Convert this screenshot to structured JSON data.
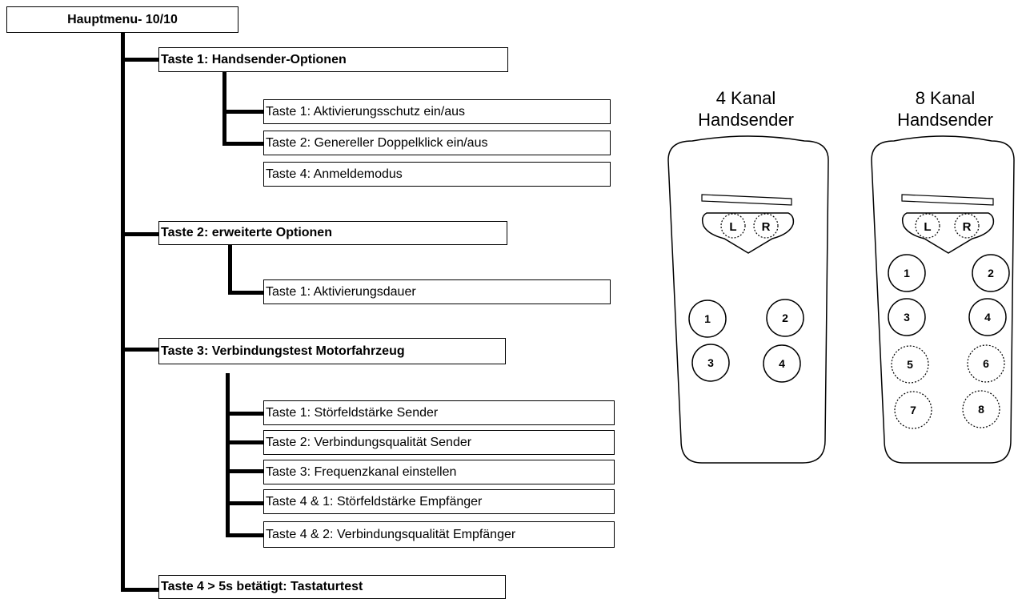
{
  "menu": {
    "root": "Hauptmenu- 10/10",
    "sections": [
      {
        "label": "Taste 1: Handsender-Optionen",
        "items": [
          "Taste 1: Aktivierungsschutz ein/aus",
          "Taste 2: Genereller Doppelklick ein/aus",
          "Taste 4: Anmeldemodus"
        ]
      },
      {
        "label": "Taste 2: erweiterte Optionen",
        "items": [
          "Taste 1: Aktivierungsdauer"
        ]
      },
      {
        "label": "Taste 3: Verbindungstest Motorfahrzeug",
        "items": [
          "Taste 1: Störfeldstärke Sender",
          "Taste 2: Verbindungsqualität Sender",
          "Taste 3: Frequenzkanal einstellen",
          "Taste 4 & 1: Störfeldstärke Empfänger",
          "Taste 4 & 2: Verbindungsqualität Empfänger"
        ]
      },
      {
        "label": "Taste 4 > 5s betätigt: Tastaturtest",
        "items": []
      }
    ]
  },
  "remotes": [
    {
      "title_line1": "4 Kanal",
      "title_line2": "Handsender",
      "left_key": "L",
      "right_key": "R",
      "buttons": [
        "1",
        "2",
        "3",
        "4"
      ]
    },
    {
      "title_line1": "8 Kanal",
      "title_line2": "Handsender",
      "left_key": "L",
      "right_key": "R",
      "buttons": [
        "1",
        "2",
        "3",
        "4",
        "5",
        "6",
        "7",
        "8"
      ]
    }
  ]
}
